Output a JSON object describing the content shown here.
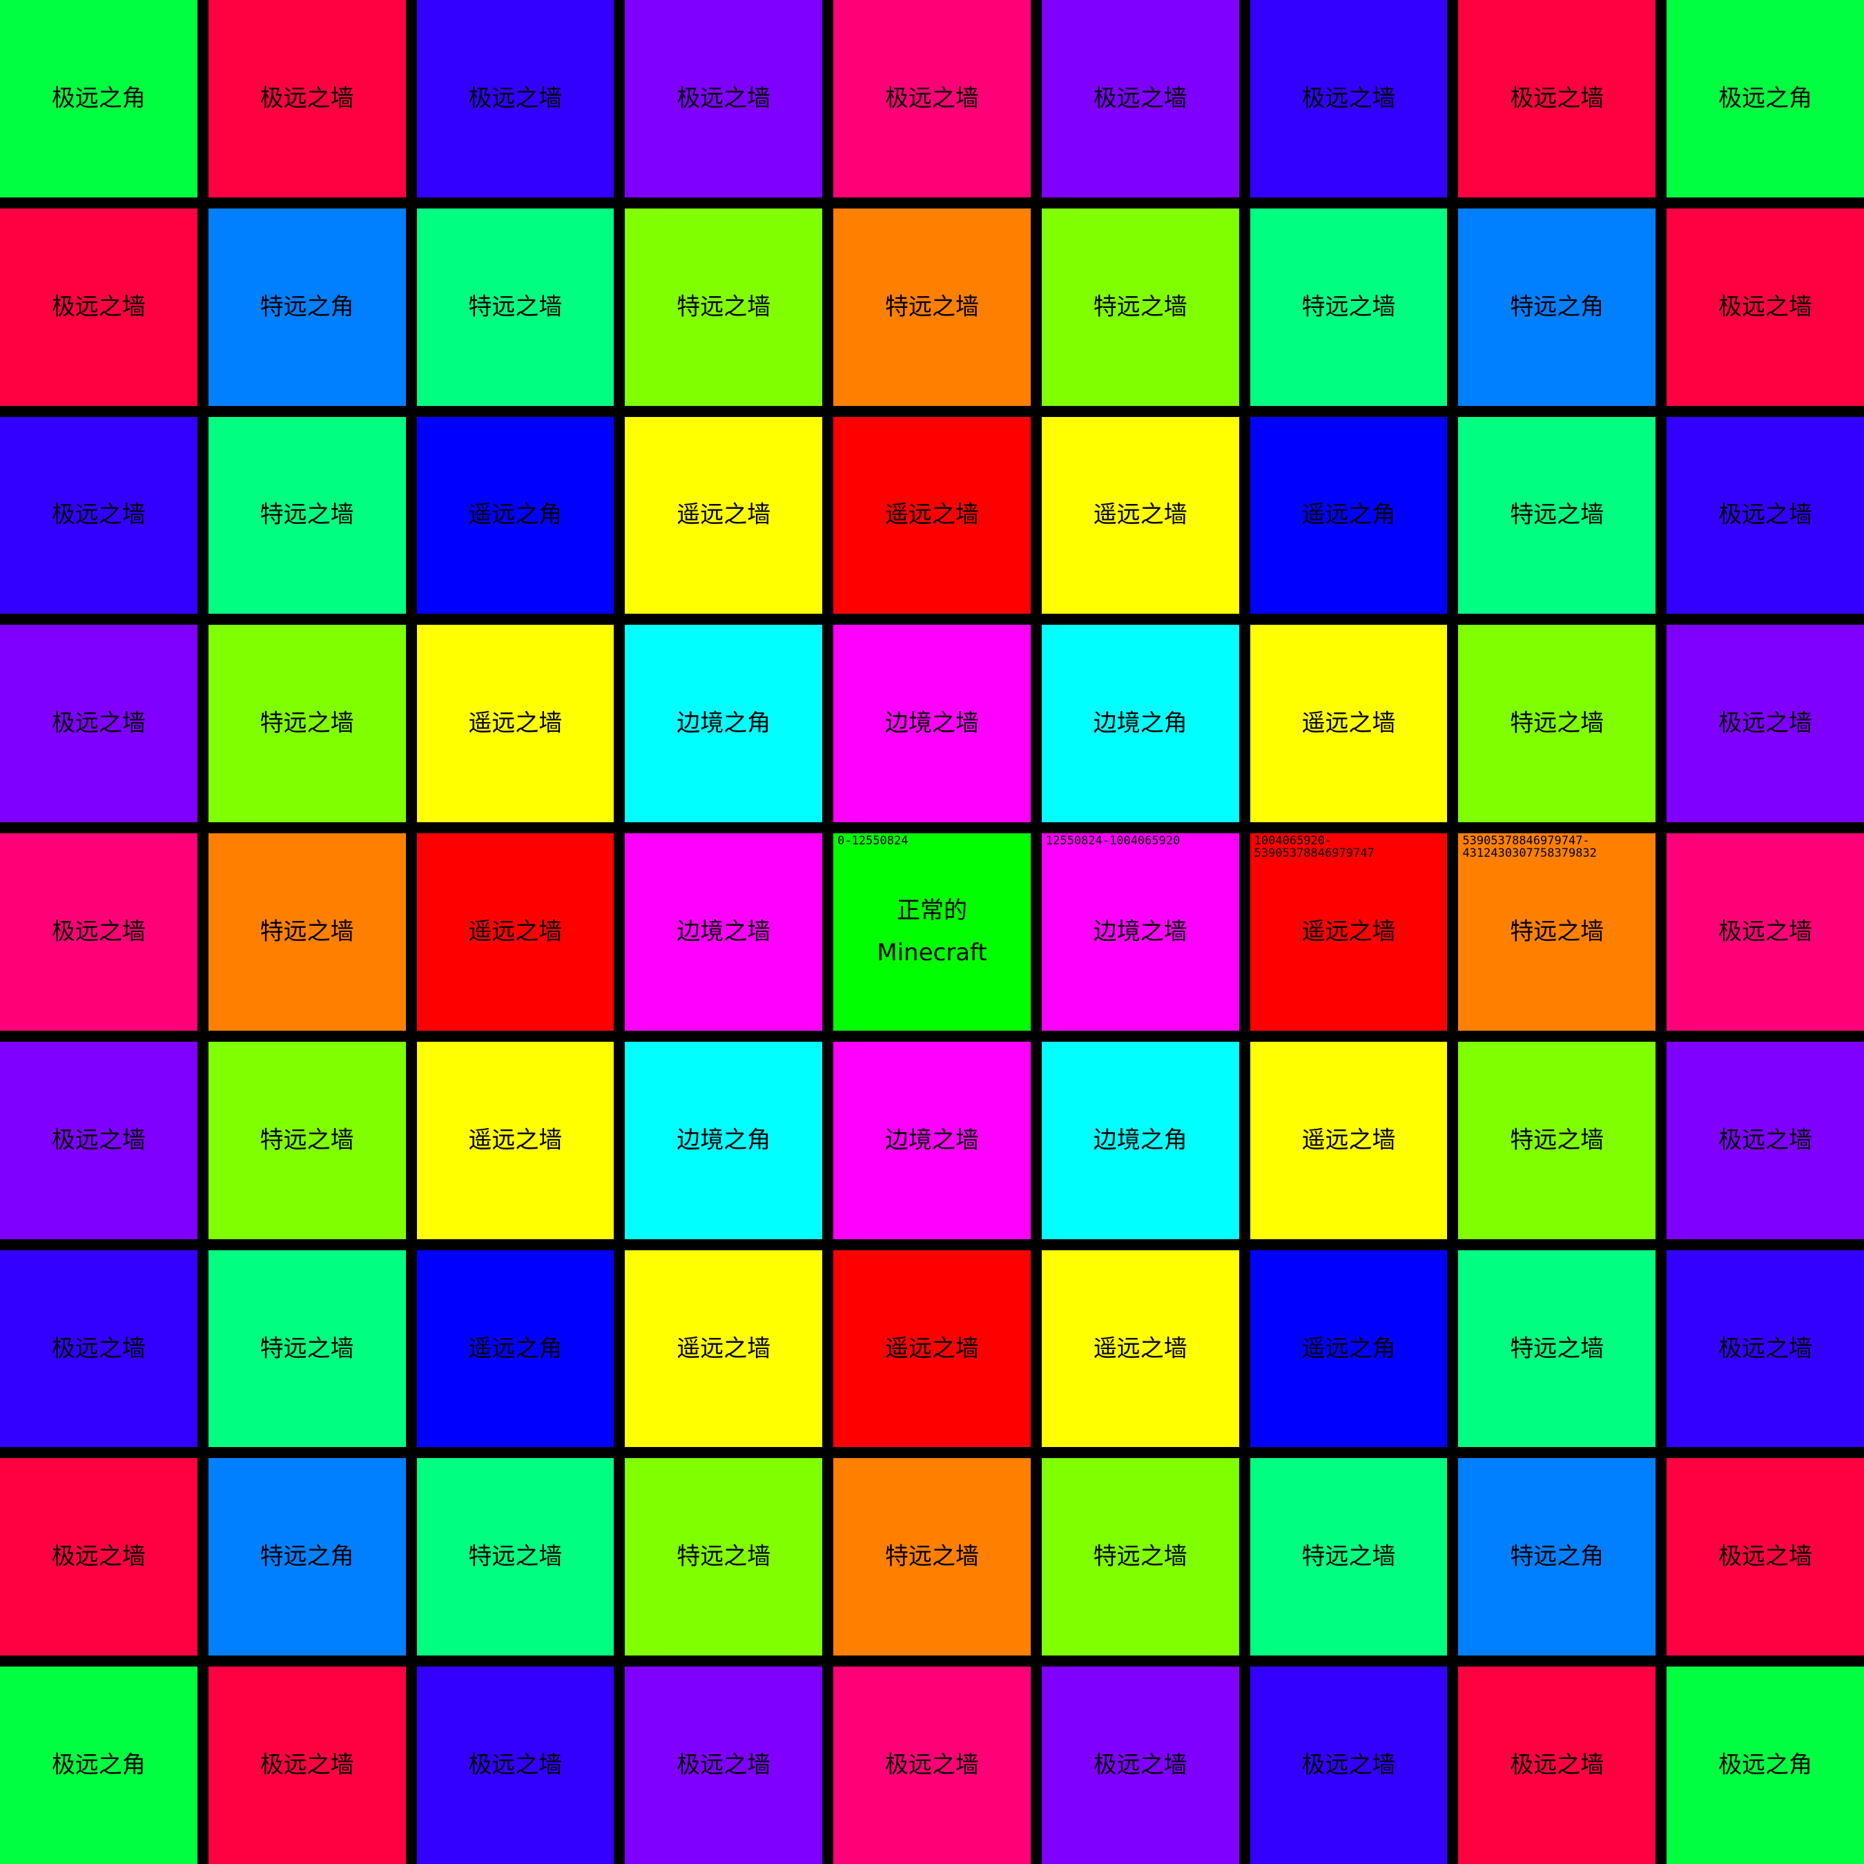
{
  "colors": {
    "绿": "#00ff40",
    "红": "#ff0040",
    "靛": "#3300ff",
    "紫": "#7f00ff",
    "玫": "#ff0077",
    "天蓝": "#0080ff",
    "碧": "#00ff80",
    "黄绿": "#80ff00",
    "橙": "#ff8000",
    "蓝": "#0000ff",
    "黄": "#ffff00",
    "纯红": "#ff0000",
    "青": "#00ffff",
    "品红": "#ff00ff",
    "纯绿": "#00ff00"
  },
  "grid": [
    [
      {
        "label": "极远之角",
        "color": "绿"
      },
      {
        "label": "极远之墙",
        "color": "红"
      },
      {
        "label": "极远之墙",
        "color": "靛"
      },
      {
        "label": "极远之墙",
        "color": "紫"
      },
      {
        "label": "极远之墙",
        "color": "玫"
      },
      {
        "label": "极远之墙",
        "color": "紫"
      },
      {
        "label": "极远之墙",
        "color": "靛"
      },
      {
        "label": "极远之墙",
        "color": "红"
      },
      {
        "label": "极远之角",
        "color": "绿"
      }
    ],
    [
      {
        "label": "极远之墙",
        "color": "红"
      },
      {
        "label": "特远之角",
        "color": "天蓝"
      },
      {
        "label": "特远之墙",
        "color": "碧"
      },
      {
        "label": "特远之墙",
        "color": "黄绿"
      },
      {
        "label": "特远之墙",
        "color": "橙"
      },
      {
        "label": "特远之墙",
        "color": "黄绿"
      },
      {
        "label": "特远之墙",
        "color": "碧"
      },
      {
        "label": "特远之角",
        "color": "天蓝"
      },
      {
        "label": "极远之墙",
        "color": "红"
      }
    ],
    [
      {
        "label": "极远之墙",
        "color": "靛"
      },
      {
        "label": "特远之墙",
        "color": "碧"
      },
      {
        "label": "遥远之角",
        "color": "蓝"
      },
      {
        "label": "遥远之墙",
        "color": "黄"
      },
      {
        "label": "遥远之墙",
        "color": "纯红"
      },
      {
        "label": "遥远之墙",
        "color": "黄"
      },
      {
        "label": "遥远之角",
        "color": "蓝"
      },
      {
        "label": "特远之墙",
        "color": "碧"
      },
      {
        "label": "极远之墙",
        "color": "靛"
      }
    ],
    [
      {
        "label": "极远之墙",
        "color": "紫"
      },
      {
        "label": "特远之墙",
        "color": "黄绿"
      },
      {
        "label": "遥远之墙",
        "color": "黄"
      },
      {
        "label": "边境之角",
        "color": "青"
      },
      {
        "label": "边境之墙",
        "color": "品红"
      },
      {
        "label": "边境之角",
        "color": "青"
      },
      {
        "label": "遥远之墙",
        "color": "黄"
      },
      {
        "label": "特远之墙",
        "color": "黄绿"
      },
      {
        "label": "极远之墙",
        "color": "紫"
      }
    ],
    [
      {
        "label": "极远之墙",
        "color": "玫"
      },
      {
        "label": "特远之墙",
        "color": "橙"
      },
      {
        "label": "遥远之墙",
        "color": "纯红"
      },
      {
        "label": "边境之墙",
        "color": "品红"
      },
      {
        "label": "正常的\nMinecraft",
        "color": "纯绿",
        "range": "0-12550824"
      },
      {
        "label": "边境之墙",
        "color": "品红",
        "range": "12550824-1004065920"
      },
      {
        "label": "遥远之墙",
        "color": "纯红",
        "range": "1004065920-\n5390537884697974​7"
      },
      {
        "label": "特远之墙",
        "color": "橙",
        "range": "5390537884697974​7-\n4312430307758379832"
      },
      {
        "label": "极远之墙",
        "color": "玫"
      }
    ],
    [
      {
        "label": "极远之墙",
        "color": "紫"
      },
      {
        "label": "特远之墙",
        "color": "黄绿"
      },
      {
        "label": "遥远之墙",
        "color": "黄"
      },
      {
        "label": "边境之角",
        "color": "青"
      },
      {
        "label": "边境之墙",
        "color": "品红"
      },
      {
        "label": "边境之角",
        "color": "青"
      },
      {
        "label": "遥远之墙",
        "color": "黄"
      },
      {
        "label": "特远之墙",
        "color": "黄绿"
      },
      {
        "label": "极远之墙",
        "color": "紫"
      }
    ],
    [
      {
        "label": "极远之墙",
        "color": "靛"
      },
      {
        "label": "特远之墙",
        "color": "碧"
      },
      {
        "label": "遥远之角",
        "color": "蓝"
      },
      {
        "label": "遥远之墙",
        "color": "黄"
      },
      {
        "label": "遥远之墙",
        "color": "纯红"
      },
      {
        "label": "遥远之墙",
        "color": "黄"
      },
      {
        "label": "遥远之角",
        "color": "蓝"
      },
      {
        "label": "特远之墙",
        "color": "碧"
      },
      {
        "label": "极远之墙",
        "color": "靛"
      }
    ],
    [
      {
        "label": "极远之墙",
        "color": "红"
      },
      {
        "label": "特远之角",
        "color": "天蓝"
      },
      {
        "label": "特远之墙",
        "color": "碧"
      },
      {
        "label": "特远之墙",
        "color": "黄绿"
      },
      {
        "label": "特远之墙",
        "color": "橙"
      },
      {
        "label": "特远之墙",
        "color": "黄绿"
      },
      {
        "label": "特远之墙",
        "color": "碧"
      },
      {
        "label": "特远之角",
        "color": "天蓝"
      },
      {
        "label": "极远之墙",
        "color": "红"
      }
    ],
    [
      {
        "label": "极远之角",
        "color": "绿"
      },
      {
        "label": "极远之墙",
        "color": "红"
      },
      {
        "label": "极远之墙",
        "color": "靛"
      },
      {
        "label": "极远之墙",
        "color": "紫"
      },
      {
        "label": "极远之墙",
        "color": "玫"
      },
      {
        "label": "极远之墙",
        "color": "紫"
      },
      {
        "label": "极远之墙",
        "color": "靛"
      },
      {
        "label": "极远之墙",
        "color": "红"
      },
      {
        "label": "极远之角",
        "color": "绿"
      }
    ]
  ]
}
